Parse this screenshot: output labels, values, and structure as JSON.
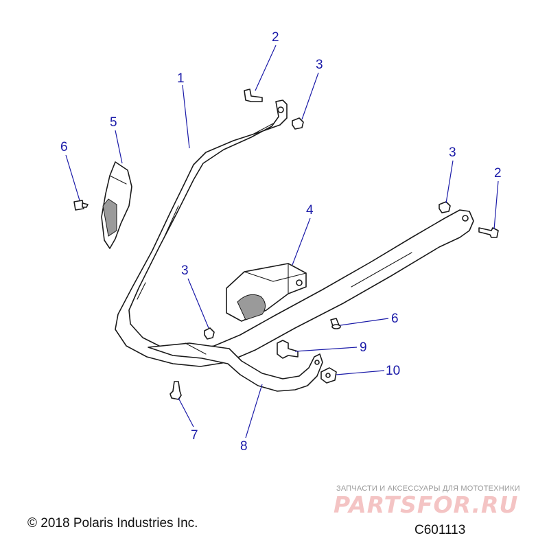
{
  "callouts": [
    {
      "id": "c-1",
      "label": "1"
    },
    {
      "id": "c-2a",
      "label": "2"
    },
    {
      "id": "c-3a",
      "label": "3"
    },
    {
      "id": "c-5",
      "label": "5"
    },
    {
      "id": "c-6a",
      "label": "6"
    },
    {
      "id": "c-3b",
      "label": "3"
    },
    {
      "id": "c-2b",
      "label": "2"
    },
    {
      "id": "c-4",
      "label": "4"
    },
    {
      "id": "c-3c",
      "label": "3"
    },
    {
      "id": "c-6b",
      "label": "6"
    },
    {
      "id": "c-9",
      "label": "9"
    },
    {
      "id": "c-10",
      "label": "10"
    },
    {
      "id": "c-7",
      "label": "7"
    },
    {
      "id": "c-8",
      "label": "8"
    }
  ],
  "footer": {
    "copyright": "© 2018 Polaris Industries Inc.",
    "drawing_id": "C601113"
  },
  "watermark": {
    "tagline": "ЗАПЧАСТИ И АКСЕССУАРЫ ДЛЯ МОТОТЕХНИКИ",
    "logo": "PARTSFOR.RU"
  },
  "colors": {
    "callout": "#1a1aa8",
    "line": "#1a1a1a",
    "watermark": "#f4c4c4"
  }
}
